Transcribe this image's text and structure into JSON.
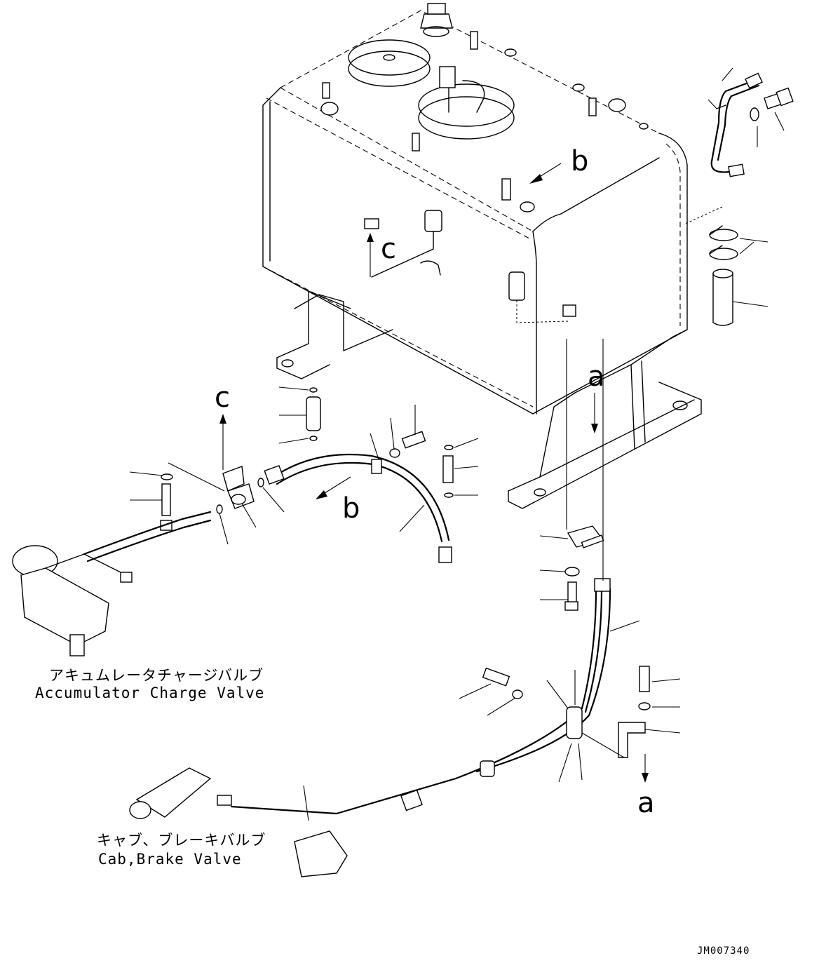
{
  "view_labels": {
    "a_top": "a",
    "a_bottom": "a",
    "b_top": "b",
    "b_mid": "b",
    "c_top": "c",
    "c_left": "c"
  },
  "callouts": {
    "accumulator_jp": "アキュムレータチャージバルブ",
    "accumulator_en": "Accumulator Charge Valve",
    "brake_jp": "キャブ、ブレーキバルブ",
    "brake_en": "Cab,Brake Valve"
  },
  "drawing_code": "JM007340"
}
